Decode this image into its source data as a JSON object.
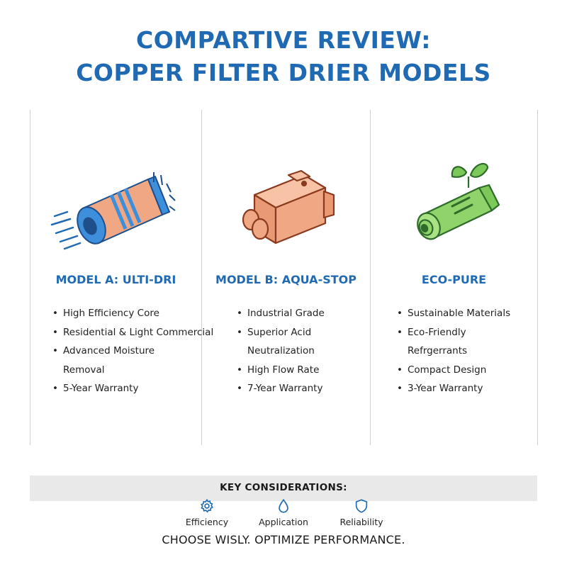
{
  "title": {
    "line1": "COMPARTIVE REVIEW:",
    "line2": "COPPER FILTER DRIER MODELS"
  },
  "models": [
    {
      "heading": "MODEL A: ULTI-DRI",
      "icon": "copper-cylinder-drier-icon",
      "features": [
        "High Efficiency Core",
        "Residential & Light Commercial",
        "Advanced Moisture",
        "Removal",
        "5-Year Warranty"
      ]
    },
    {
      "heading": "MODEL B: AQUA-STOP",
      "icon": "copper-block-drier-icon",
      "features": [
        "Industrial Grade",
        "Superior Acid",
        "Neutralization",
        "High Flow Rate",
        "7-Year Warranty"
      ]
    },
    {
      "heading": "ECO-PURE",
      "icon": "green-eco-drier-icon",
      "features": [
        "Sustainable Materials",
        "Eco-Friendly",
        "Refrgerrants",
        "Compact Design",
        "3-Year Warranty"
      ]
    }
  ],
  "considerations": {
    "label": "KEY CONSIDERATIONS:",
    "items": [
      {
        "label": "Efficiency",
        "icon": "gear-icon"
      },
      {
        "label": "Application",
        "icon": "droplet-icon"
      },
      {
        "label": "Reliability",
        "icon": "shield-icon"
      }
    ]
  },
  "tagline": "CHOOSE WISLY. OPTIMIZE PERFORMANCE.",
  "colors": {
    "accent": "#1f6ab3",
    "copper": "#f0a884",
    "eco_green": "#8fd36a"
  }
}
